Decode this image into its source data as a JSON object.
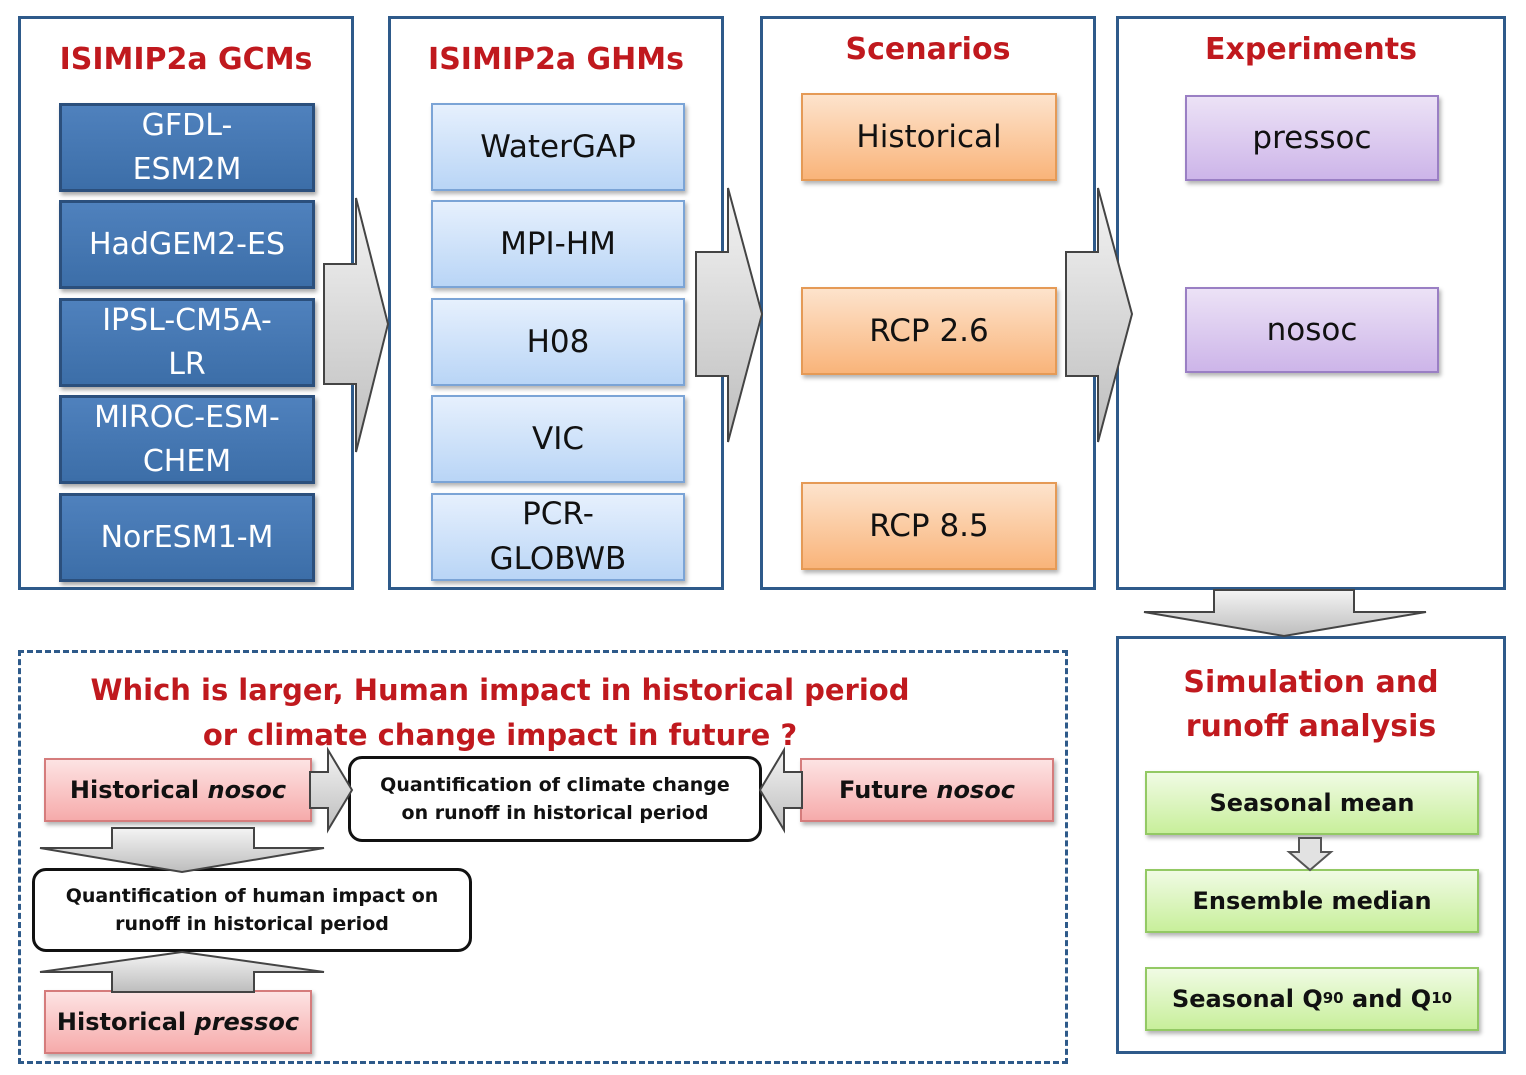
{
  "gcms": {
    "title": "ISIMIP2a  GCMs",
    "items": [
      "GFDL-\nESM2M",
      "HadGEM2-ES",
      "IPSL-CM5A-\nLR",
      "MIROC-ESM-\nCHEM",
      "NorESM1-M"
    ]
  },
  "ghms": {
    "title": "ISIMIP2a  GHMs",
    "items": [
      "WaterGAP",
      "MPI-HM",
      "H08",
      "VIC",
      "PCR-\nGLOBWB"
    ]
  },
  "scenarios": {
    "title": "Scenarios",
    "items": [
      "Historical",
      "RCP 2.6",
      "RCP 8.5"
    ]
  },
  "experiments": {
    "title": "Experiments",
    "items": [
      "pressoc",
      "nosoc"
    ]
  },
  "analysis": {
    "title": "Simulation and\nrunoff analysis",
    "items": [
      "Seasonal mean",
      "Ensemble median"
    ],
    "quantile": {
      "prefix": "Seasonal Q",
      "sub1": "90",
      "mid": " and Q",
      "sub2": "10"
    }
  },
  "question": {
    "line1": "Which is larger,  Human impact in historical period",
    "line2": "or climate change impact in future ?"
  },
  "comparison": {
    "hist_nosoc": {
      "plain": "Historical ",
      "italic": "nosoc"
    },
    "future_nosoc": {
      "plain": "Future ",
      "italic": "nosoc"
    },
    "hist_pressoc": {
      "plain": "Historical ",
      "italic": "pressoc"
    },
    "climate_quant": "Quantification of climate change\non runoff in historical period",
    "human_quant": "Quantification of human impact on\nrunoff in historical period"
  },
  "colors": {
    "panel_border": "#2e5a8a",
    "title_red": "#c0191e",
    "gcm_fill": "#4f81bd",
    "ghm_fill": "#c6dcf8",
    "scenario_fill": "#fbc99c",
    "experiment_fill": "#d9c6ef",
    "analysis_fill": "#d8f3b8",
    "comparison_fill": "#f9c3c3"
  }
}
